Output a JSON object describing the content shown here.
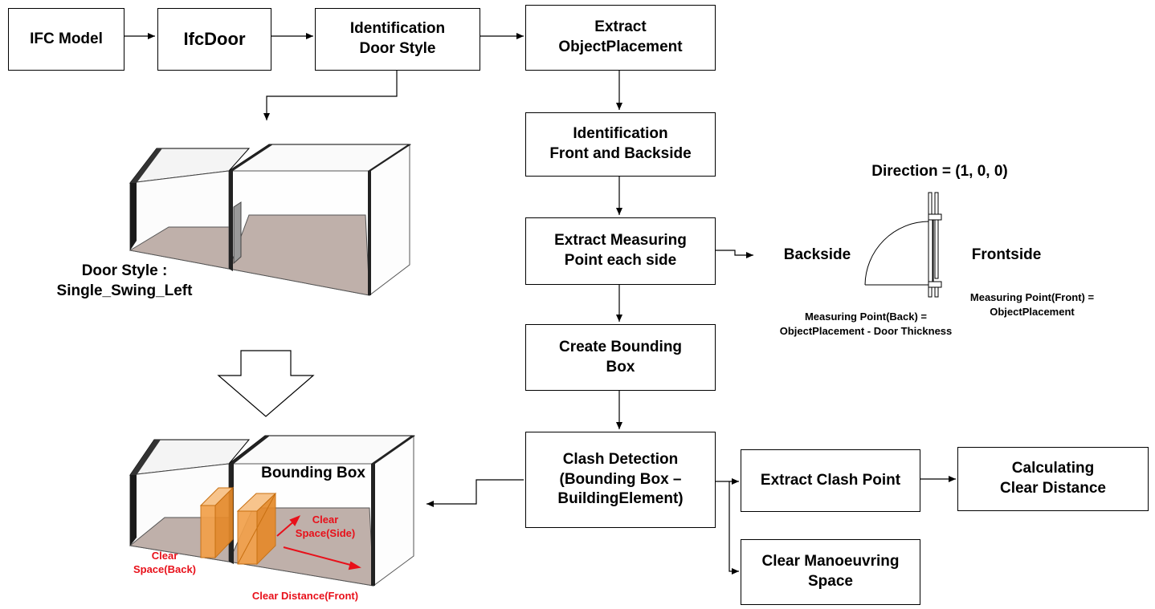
{
  "boxes": {
    "ifc_model": "IFC Model",
    "ifc_door": "IfcDoor",
    "identification_door_style": "Identification\nDoor Style",
    "extract_object_placement": "Extract\nObjectPlacement",
    "identification_front_back": "Identification\nFront and Backside",
    "extract_measuring_point": "Extract Measuring\nPoint each side",
    "create_bounding_box": "Create Bounding\nBox",
    "clash_detection": "Clash Detection\n(Bounding Box –\nBuildingElement)",
    "extract_clash_point": "Extract Clash Point",
    "calculating_clear_distance": "Calculating\nClear Distance",
    "clear_manoeuvring_space": "Clear Manoeuvring\nSpace"
  },
  "labels": {
    "door_style": "Door Style :\nSingle_Swing_Left",
    "bounding_box": "Bounding Box",
    "clear_space_back": "Clear\nSpace(Back)",
    "clear_space_side": "Clear\nSpace(Side)",
    "clear_distance_front": "Clear Distance(Front)",
    "direction": "Direction = (1, 0, 0)",
    "backside": "Backside",
    "frontside": "Frontside",
    "measuring_point_front": "Measuring Point(Front) =\nObjectPlacement",
    "measuring_point_back": "Measuring Point(Back) =\nObjectPlacement - Door Thickness"
  },
  "colors": {
    "accent_red": "#e8101a",
    "floor": "#bfb0aa",
    "bbox_orange": "#f2a04a"
  }
}
